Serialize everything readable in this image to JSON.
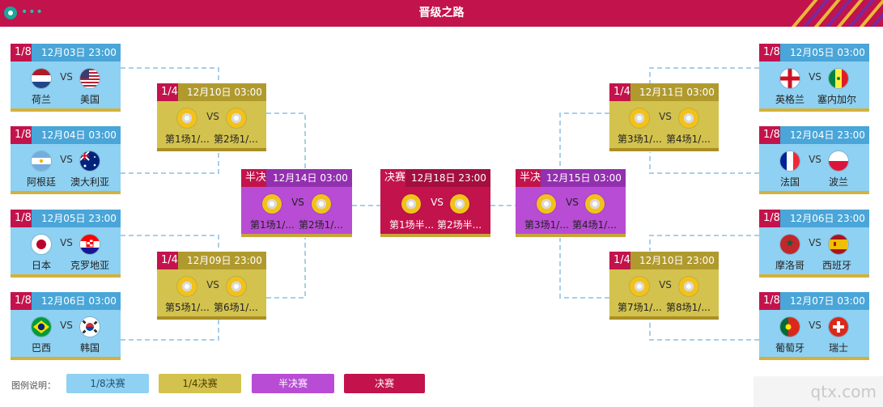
{
  "header": {
    "title": "晋级之路"
  },
  "stages": {
    "r16": "1/8",
    "qf": "1/4",
    "sf": "半决",
    "final": "决赛"
  },
  "vs": "VS",
  "matches": {
    "r16_1": {
      "time": "12月03日 23:00",
      "home": "荷兰",
      "away": "美国",
      "home_icon": "netherlands-flag-icon",
      "away_icon": "usa-flag-icon"
    },
    "r16_2": {
      "time": "12月04日 03:00",
      "home": "阿根廷",
      "away": "澳大利亚",
      "home_icon": "argentina-flag-icon",
      "away_icon": "australia-flag-icon"
    },
    "r16_3": {
      "time": "12月05日 23:00",
      "home": "日本",
      "away": "克罗地亚",
      "home_icon": "japan-flag-icon",
      "away_icon": "croatia-flag-icon"
    },
    "r16_4": {
      "time": "12月06日 03:00",
      "home": "巴西",
      "away": "韩国",
      "home_icon": "brazil-flag-icon",
      "away_icon": "korea-flag-icon"
    },
    "r16_5": {
      "time": "12月05日 03:00",
      "home": "英格兰",
      "away": "塞内加尔",
      "home_icon": "england-flag-icon",
      "away_icon": "senegal-flag-icon"
    },
    "r16_6": {
      "time": "12月04日 23:00",
      "home": "法国",
      "away": "波兰",
      "home_icon": "france-flag-icon",
      "away_icon": "poland-flag-icon"
    },
    "r16_7": {
      "time": "12月06日 23:00",
      "home": "摩洛哥",
      "away": "西班牙",
      "home_icon": "morocco-flag-icon",
      "away_icon": "spain-flag-icon"
    },
    "r16_8": {
      "time": "12月07日 03:00",
      "home": "葡萄牙",
      "away": "瑞士",
      "home_icon": "portugal-flag-icon",
      "away_icon": "switzerland-flag-icon"
    },
    "qf_1": {
      "time": "12月10日 03:00",
      "home": "第1场1/...",
      "away": "第2场1/..."
    },
    "qf_2": {
      "time": "12月09日 23:00",
      "home": "第5场1/...",
      "away": "第6场1/..."
    },
    "qf_3": {
      "time": "12月11日 03:00",
      "home": "第3场1/...",
      "away": "第4场1/..."
    },
    "qf_4": {
      "time": "12月10日 23:00",
      "home": "第7场1/...",
      "away": "第8场1/..."
    },
    "sf_1": {
      "time": "12月14日 03:00",
      "home": "第1场1/...",
      "away": "第2场1/..."
    },
    "sf_2": {
      "time": "12月15日 03:00",
      "home": "第3场1/...",
      "away": "第4场1/..."
    },
    "final": {
      "time": "12月18日 23:00",
      "home": "第1场半...",
      "away": "第2场半..."
    }
  },
  "legend": {
    "title": "图例说明：",
    "items": [
      {
        "label": "1/8决赛",
        "color": "#8fd1f2"
      },
      {
        "label": "1/4决赛",
        "color": "#d3c24d"
      },
      {
        "label": "半决赛",
        "color": "#b84cd4"
      },
      {
        "label": "决赛",
        "color": "#c2134c"
      }
    ]
  },
  "watermark": "qtx.com",
  "colors": {
    "brand": "#c2134c",
    "r16": "#8fd1f2",
    "qf": "#d3c24d",
    "sf": "#b84cd4",
    "final": "#c2134c",
    "connector": "#a8cfea"
  }
}
